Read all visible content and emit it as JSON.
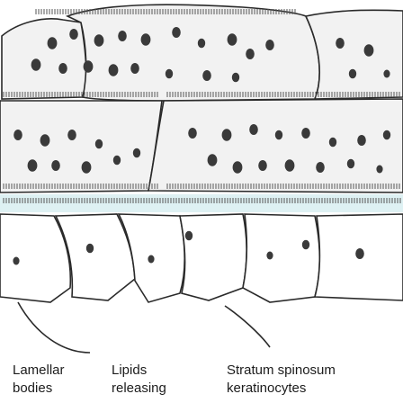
{
  "labels": {
    "lamellar_bodies": [
      "Lamellar",
      "bodies"
    ],
    "lipids_releasing": [
      "Lipids",
      "releasing"
    ],
    "stratum_spinosum": [
      "Stratum spinosum",
      "keratinocytes"
    ]
  },
  "colors": {
    "granule_fill": "#3a3a3a",
    "cell_fill": "#f2f2f2",
    "membrane": "#2a2a2a",
    "stripe": "#555555",
    "cyan_background": "#d6eef0",
    "text": "#1c1c1c"
  },
  "icons": {
    "lamellar_body": "stacked-lamellae",
    "lipid_granule": "dark-dot",
    "keratinocyte": "polygonal-cell"
  }
}
